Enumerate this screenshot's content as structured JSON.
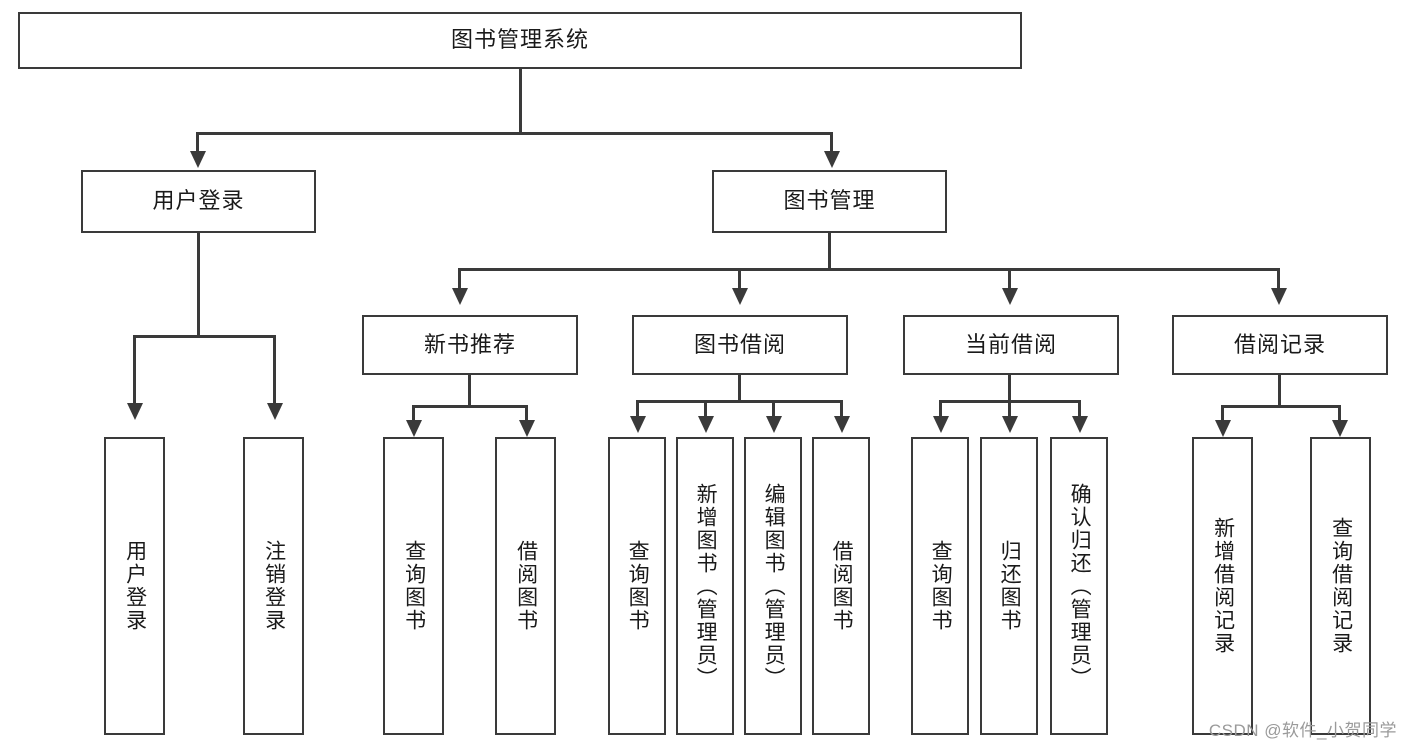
{
  "diagram": {
    "title": "图书管理系统",
    "root": {
      "label": "图书管理系统"
    },
    "level2": [
      {
        "label": "用户登录"
      },
      {
        "label": "图书管理"
      }
    ],
    "level3": [
      {
        "label": "新书推荐"
      },
      {
        "label": "图书借阅"
      },
      {
        "label": "当前借阅"
      },
      {
        "label": "借阅记录"
      }
    ],
    "leaves": {
      "user_login": [
        {
          "label": "用户登录"
        },
        {
          "label": "注销登录"
        }
      ],
      "new_book_recommend": [
        {
          "label": "查询图书"
        },
        {
          "label": "借阅图书"
        }
      ],
      "book_borrow": [
        {
          "label": "查询图书"
        },
        {
          "label": "新增图书（管理员）"
        },
        {
          "label": "编辑图书（管理员）"
        },
        {
          "label": "借阅图书"
        }
      ],
      "current_borrow": [
        {
          "label": "查询图书"
        },
        {
          "label": "归还图书"
        },
        {
          "label": "确认归还（管理员）"
        }
      ],
      "borrow_record": [
        {
          "label": "新增借阅记录"
        },
        {
          "label": "查询借阅记录"
        }
      ]
    }
  },
  "watermark": "CSDN @软件_小贺同学",
  "colors": {
    "border": "#3a3a3a",
    "text": "#1a1a1a",
    "background": "#ffffff",
    "watermark": "#9a9a9a"
  }
}
